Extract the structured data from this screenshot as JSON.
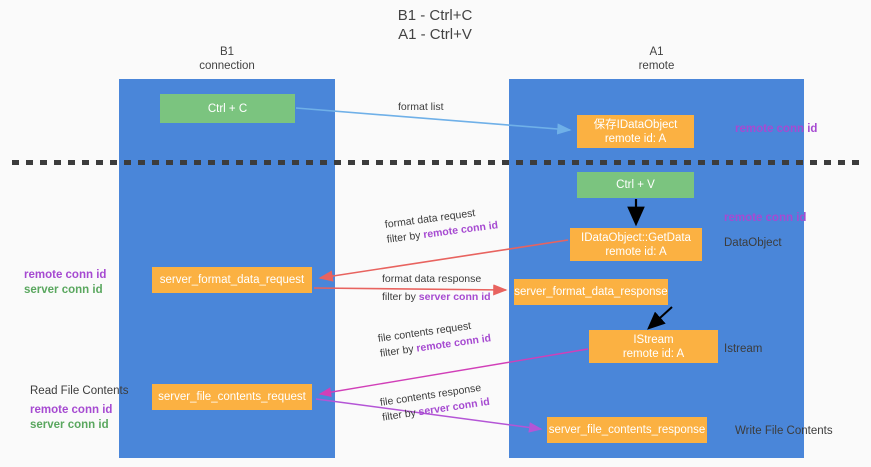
{
  "title": "B1 - Ctrl+C\nA1 - Ctrl+V",
  "title_line1": "B1 - Ctrl+C",
  "title_line2": "A1 - Ctrl+V",
  "colors": {
    "lane": "#4a86d9",
    "green_node": "#7bc47f",
    "orange_node": "#fbb142",
    "purple_text": "#a64ad1",
    "green_text": "#5aa75f",
    "blue_arrow": "#6fb0e8",
    "red_arrow": "#e8635f",
    "magenta_arrow": "#d13fb8",
    "purple_arrow": "#b455d6",
    "black_arrow": "#000000",
    "divider": "#3c3c3c",
    "background": "#fafafa"
  },
  "lanes": [
    {
      "id": "b1",
      "title_line1": "B1",
      "title_line2": "connection"
    },
    {
      "id": "a1",
      "title_line1": "A1",
      "title_line2": "remote"
    }
  ],
  "nodes": [
    {
      "id": "ctrlc",
      "line1": "Ctrl + C",
      "line2": "",
      "color": "green"
    },
    {
      "id": "idataobject",
      "line1": "保存IDataObject",
      "line2": "remote id: A",
      "color": "orange"
    },
    {
      "id": "ctrlv",
      "line1": "Ctrl + V",
      "line2": "",
      "color": "green"
    },
    {
      "id": "getdata",
      "line1": "IDataObject::GetData",
      "line2": "remote id: A",
      "color": "orange"
    },
    {
      "id": "sfdreq",
      "line1": "server_format_data_request",
      "line2": "",
      "color": "orange"
    },
    {
      "id": "sfdres",
      "line1": "server_format_data_response",
      "line2": "",
      "color": "orange"
    },
    {
      "id": "istream",
      "line1": "IStream",
      "line2": "remote id: A",
      "color": "orange"
    },
    {
      "id": "sfcreq",
      "line1": "server_file_contents_request",
      "line2": "",
      "color": "orange"
    },
    {
      "id": "sfcres",
      "line1": "server_file_contents_response",
      "line2": "",
      "color": "orange"
    }
  ],
  "side_labels": {
    "remote_conn_id_top": "remote conn id",
    "remote_conn_id_mid": "remote conn id",
    "dataobject": "DataObject",
    "istream": "Istream",
    "write_file_contents": "Write File Contents",
    "read_file_contents": "Read File Contents",
    "remote_conn_id": "remote conn id",
    "server_conn_id": "server conn id"
  },
  "edge_labels": {
    "format_list": "format list",
    "format_data_request": "format data request",
    "filter_by": "filter by ",
    "remote_conn_id": "remote conn id",
    "format_data_response": "format data response",
    "server_conn_id": "server conn id",
    "file_contents_request": "file contents request",
    "file_contents_response": "file contents response"
  }
}
